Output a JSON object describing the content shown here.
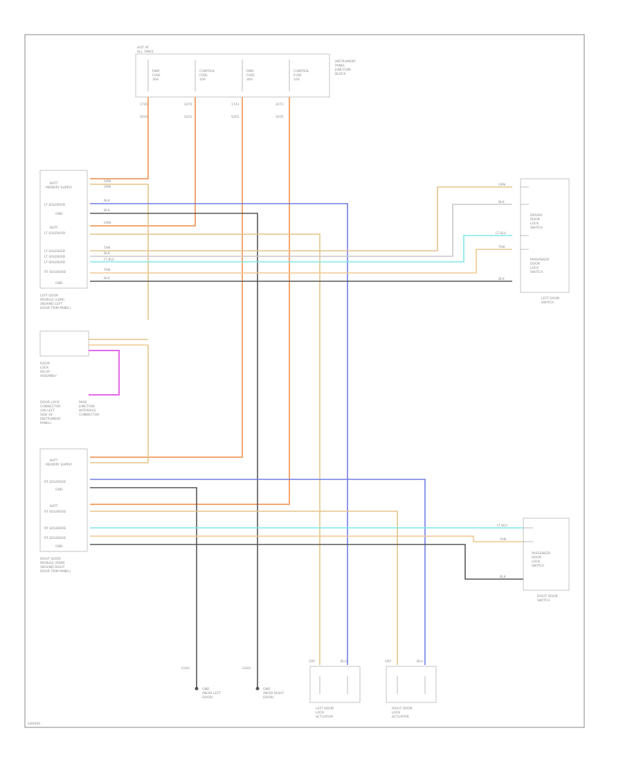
{
  "fuse_block": {
    "title": [
      "HOT AT",
      "ALL TIMES"
    ],
    "side_label": [
      "INSTRUMENT",
      "PANEL",
      "JUNCTION",
      "BLOCK"
    ],
    "fuses": [
      {
        "lines": [
          "PWR",
          "FUSE",
          "30A"
        ]
      },
      {
        "lines": [
          "CONTROL",
          "FUSE",
          "10A"
        ]
      },
      {
        "lines": [
          "PWR",
          "FUSE",
          "30A"
        ]
      },
      {
        "lines": [
          "CONTROL",
          "FUSE",
          "10A"
        ]
      }
    ],
    "circuits": [
      "1740",
      "2470",
      "1741",
      "2471"
    ],
    "splices": [
      "S200",
      "S203",
      "S201",
      "S205"
    ]
  },
  "left_door_module": {
    "label": [
      "LEFT DOOR",
      "MODULE (LDM)",
      "(BEHIND LEFT",
      "DOOR TRIM PANEL)"
    ],
    "pins": [
      "BATT",
      "MEMORY SUPPLY",
      "LT SOLENOID",
      "GND",
      "BATT",
      "LT SOLENOID",
      "LT SOLENOID",
      "LT SOLENOID",
      "LT SOLENOID",
      "RT SOLENOID",
      "GND"
    ],
    "wire_labels": [
      "ORN",
      "ORN",
      "BLK",
      "BLK",
      "ORN",
      "TAN",
      "BLK",
      "LT BLU",
      "TAN",
      "BLK"
    ]
  },
  "door_lock_relay": {
    "label": [
      "DOOR",
      "LOCK",
      "RELAY",
      "ASSEMBLY"
    ],
    "callout_left": [
      "DOOR LOCK",
      "CONNECTOR",
      "(ON LEFT",
      "SIDE OF",
      "INSTRUMENT",
      "PANEL)"
    ],
    "callout_right": [
      "PASS",
      "JUNCTION",
      "INTERFACE",
      "CONNECTOR"
    ]
  },
  "right_door_module": {
    "label": [
      "RIGHT DOOR",
      "MODULE (RDM)",
      "(BEHIND RIGHT",
      "DOOR TRIM PANEL)"
    ],
    "pins": [
      "BATT",
      "MEMORY SUPPLY",
      "RT SOLENOID",
      "GND",
      "BATT",
      "RT SOLENOID",
      "RT SOLENOID",
      "RT SOLENOID",
      "GND"
    ]
  },
  "left_door_switch": {
    "label": [
      "LEFT DOOR",
      "SWITCH"
    ],
    "sub_labels": [
      "DRIVER",
      "DOOR",
      "LOCK",
      "SWITCH",
      "PASSENGER",
      "DOOR",
      "LOCK",
      "SWITCH"
    ],
    "wire_labels": [
      "ORN",
      "BLK",
      "LT BLU",
      "TAN",
      "BLK"
    ]
  },
  "right_door_switch": {
    "label": [
      "RIGHT DOOR",
      "SWITCH"
    ],
    "sub_labels": [
      "PASSENGER",
      "DOOR",
      "LOCK",
      "SWITCH"
    ],
    "wire_labels": [
      "LT BLU",
      "TAN",
      "BLK"
    ]
  },
  "grounds": [
    {
      "id": "G301",
      "label": [
        "GND",
        "(NEAR LEFT",
        "DOOR)"
      ]
    },
    {
      "id": "G302",
      "label": [
        "GND",
        "(NEAR RIGHT",
        "DOOR)"
      ]
    }
  ],
  "actuators": [
    {
      "label": [
        "LEFT DOOR",
        "LOCK",
        "ACTUATOR"
      ],
      "wires": [
        "GRY",
        "BLU"
      ]
    },
    {
      "label": [
        "RIGHT DOOR",
        "LOCK",
        "ACTUATOR"
      ],
      "wires": [
        "GRY",
        "BLU"
      ]
    }
  ],
  "figure_id": "G00000",
  "wire_colors": {
    "orange": "#f4a66f",
    "tan": "#e3c489",
    "blue": "#6f7ce6",
    "dark": "#555555",
    "cyan": "#7fe6ea",
    "magenta": "#e467e7",
    "peach": "#f0c890",
    "lightgray": "#c7c7c7"
  }
}
